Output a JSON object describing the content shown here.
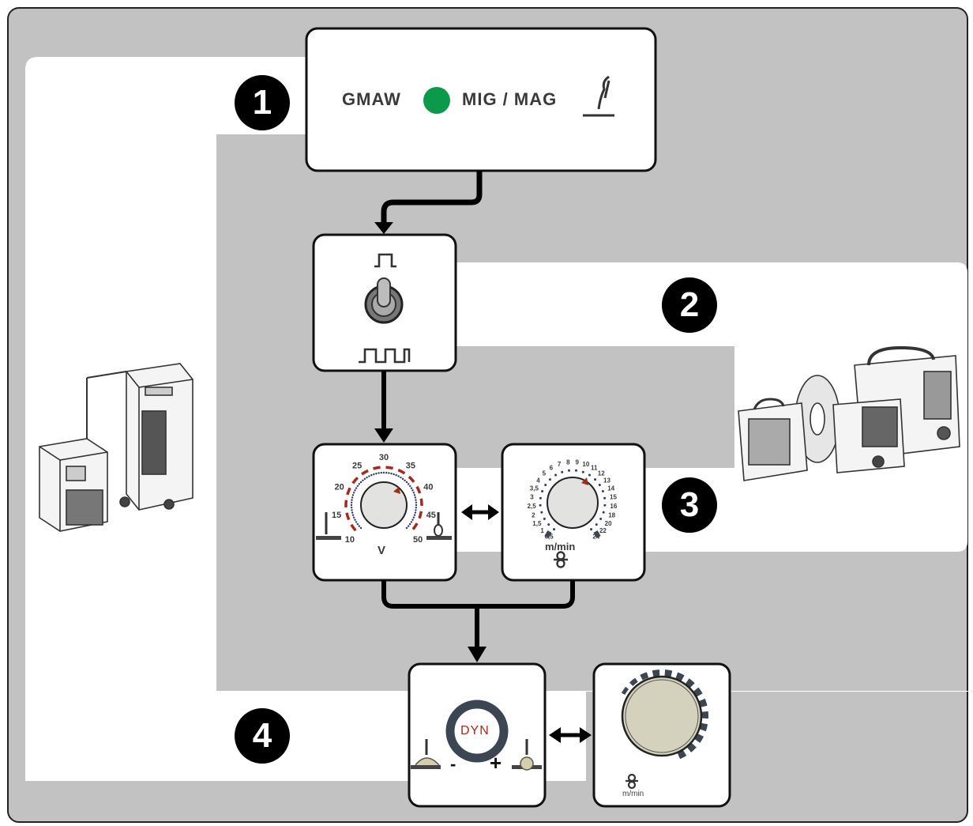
{
  "step1": {
    "number": "1",
    "mode_left": "GMAW",
    "mode_right": "MIG / MAG",
    "indicator_color": "#0a9a4a"
  },
  "step2": {
    "number": "2"
  },
  "step3": {
    "number": "3",
    "voltage_unit": "V",
    "voltage_scale": [
      "10",
      "15",
      "20",
      "25",
      "30",
      "35",
      "40",
      "45",
      "50"
    ],
    "wire_unit": "m/min",
    "wire_scale": [
      "0,5",
      "1",
      "1,5",
      "2",
      "2,5",
      "3",
      "3,5",
      "4",
      "5",
      "6",
      "7",
      "8",
      "9",
      "10",
      "11",
      "12",
      "13",
      "14",
      "15",
      "16",
      "18",
      "20",
      "22",
      "24"
    ]
  },
  "step4": {
    "number": "4",
    "dyn_label": "DYN",
    "minus": "-",
    "plus": "+",
    "wire_unit": "m/min"
  },
  "colors": {
    "panel_gray": "#c2c2c2",
    "scale_red": "#a52a1a",
    "knob_fill": "#e2e2e0",
    "dyn_knob_fill": "#d4d2bc",
    "ring_dark": "#3c4552"
  }
}
